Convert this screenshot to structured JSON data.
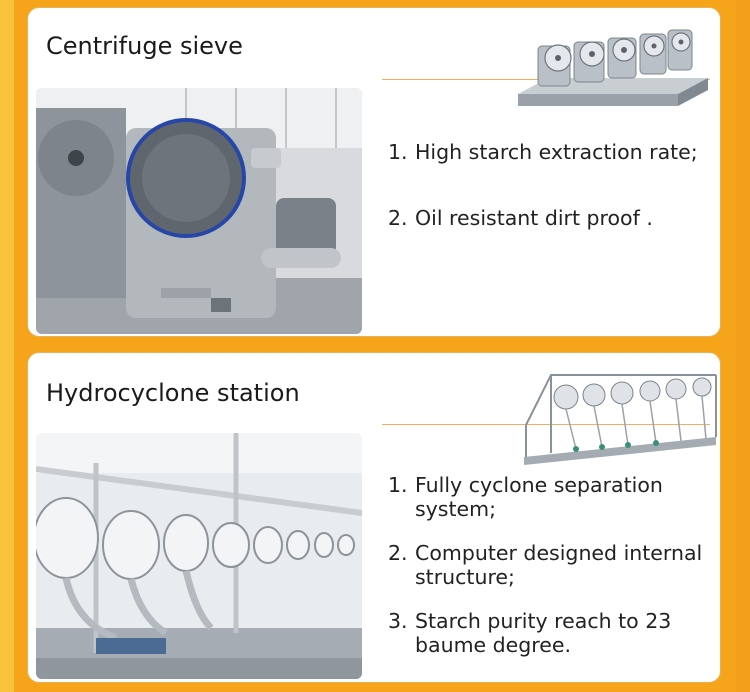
{
  "colors": {
    "background": "#f6a51b",
    "card_border": "#e9b05a",
    "accent_rule": "#f0b060",
    "title_text": "#1a1a1a"
  },
  "sections": [
    {
      "title": "Centrifuge sieve",
      "features": [
        {
          "num": "1.",
          "text": "High starch extraction rate;"
        },
        {
          "num": "2.",
          "text": "Oil resistant dirt proof ."
        }
      ]
    },
    {
      "title": "Hydrocyclone station",
      "features": [
        {
          "num": "1.",
          "text": "Fully cyclone separation system;"
        },
        {
          "num": "2.",
          "text": "Computer designed internal structure;"
        },
        {
          "num": "3.",
          "text": "Starch purity reach to 23 baume degree."
        }
      ]
    }
  ]
}
